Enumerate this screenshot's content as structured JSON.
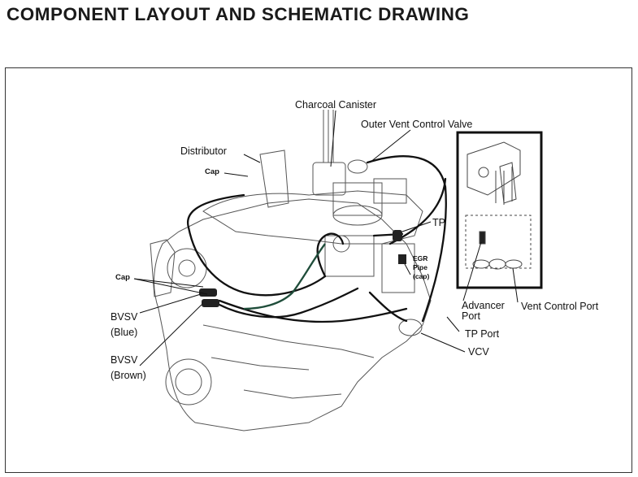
{
  "title": "COMPONENT LAYOUT AND SCHEMATIC DRAWING",
  "labels": {
    "charcoal_canister": "Charcoal Canister",
    "outer_vent_control_valve": "Outer Vent Control Valve",
    "distributor": "Distributor",
    "cap_distributor": "Cap",
    "tp_inset": "TP",
    "egr_pipe_line1": "EGR",
    "egr_pipe_line2": "Pipe",
    "egr_pipe_line3": "(cap)",
    "cap_bvsv": "Cap",
    "bvsv_blue_line1": "BVSV",
    "bvsv_blue_line2": "(Blue)",
    "bvsv_brown_line1": "BVSV",
    "bvsv_brown_line2": "(Brown)",
    "advancer_port_line1": "Advancer",
    "advancer_port_line2": "Port",
    "vent_control_port": "Vent Control Port",
    "tp_port": "TP Port",
    "vcv": "VCV"
  },
  "colors": {
    "hose_black": "#111111",
    "hose_green": "#1f4d3a",
    "line_art": "#444444"
  }
}
